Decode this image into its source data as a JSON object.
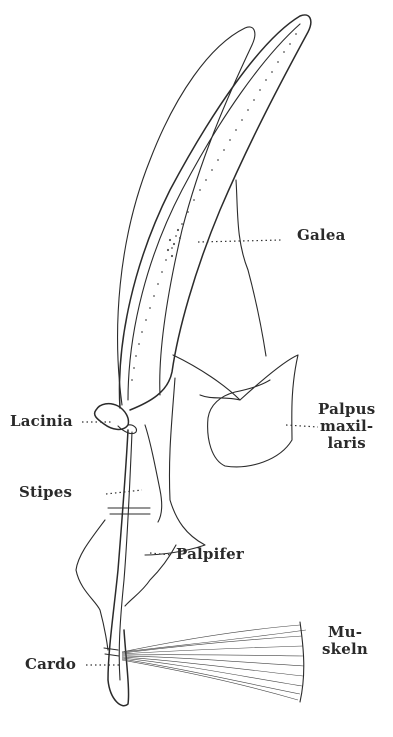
{
  "labels": {
    "galea": "Galea",
    "palpus": [
      "Palpus",
      "maxil-",
      "laris"
    ],
    "lacinia": "Lacinia",
    "stipes": "Stipes",
    "palpifer": "Palpifer",
    "cardo": "Cardo",
    "muskeln": [
      "Mu-",
      "skeln"
    ]
  }
}
